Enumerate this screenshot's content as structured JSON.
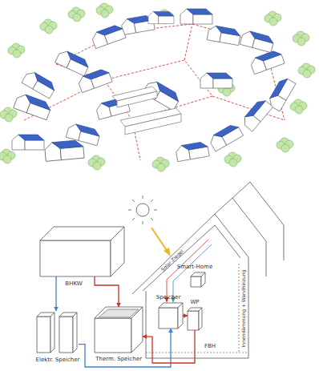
{
  "diagram": {
    "nodes": [
      {
        "text": [
          "BHKW"
        ]
      },
      {
        "text": [
          "Solar Ziegel",
          "Innendämmung + Wandheizung"
        ]
      },
      {
        "text": [
          "Smart-Home"
        ],
        "in": 1
      },
      {
        "text": [
          "Speicher"
        ],
        "in": 1
      },
      {
        "text": [
          "WP"
        ],
        "in": 1
      },
      {
        "text": [
          "Elektr. Speicher"
        ]
      },
      {
        "text": [
          "Therm. Speicher"
        ]
      }
    ],
    "edges": [
      {
        "from": 0,
        "to": 5,
        "arrow": "to"
      },
      {
        "from": 0,
        "to": 6,
        "arrow": "to"
      },
      {
        "from": 5,
        "to": 3,
        "arrow": "to"
      },
      {
        "from": 4,
        "to": 6,
        "arrow": "to"
      },
      {
        "from": 3,
        "to": 4,
        "arrow": "to"
      }
    ],
    "labels": [
      "FBH"
    ]
  }
}
